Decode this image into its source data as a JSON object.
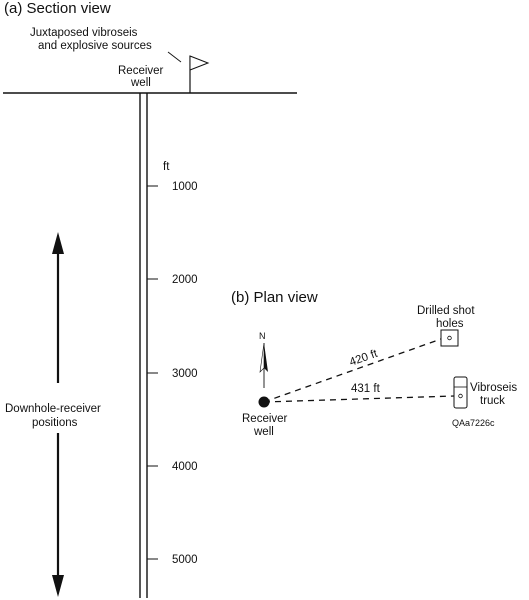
{
  "section": {
    "title": "(a)  Section view",
    "source_label_line1": "Juxtaposed vibroseis",
    "source_label_line2": "and explosive sources",
    "receiver_label_line1": "Receiver",
    "receiver_label_line2": "well",
    "depth_unit": "ft",
    "depth_ticks": [
      "1000",
      "2000",
      "3000",
      "4000",
      "5000"
    ],
    "range_label_line1": "Downhole-receiver",
    "range_label_line2": "positions"
  },
  "plan": {
    "title": "(b)  Plan view",
    "north_label": "N",
    "shot_label_line1": "Drilled shot",
    "shot_label_line2": "holes",
    "shot_distance": "420 ft",
    "truck_label_line1": "Vibroseis",
    "truck_label_line2": "truck",
    "truck_distance": "431 ft",
    "well_label_line1": "Receiver",
    "well_label_line2": "well",
    "figure_code": "QAa7226c"
  }
}
